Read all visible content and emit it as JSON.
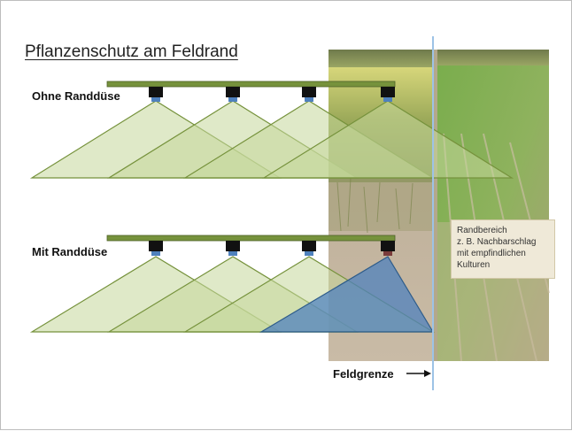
{
  "title": "Pflanzenschutz am Feldrand",
  "rows": {
    "top_label": "Ohne Randdüse",
    "bottom_label": "Mit Randdüse"
  },
  "info_box": {
    "lines": [
      "Randbereich",
      "z. B. Nachbarschlag",
      "mit empfindlichen",
      "Kulturen"
    ]
  },
  "boundary_label": "Feldgrenze",
  "colors": {
    "boom": "#76923c",
    "spray_fill": "#c4d79b",
    "spray_edge": "#76923c",
    "edge_nozzle_fill": "#4f81bd",
    "boundary_line": "#9dc3e6"
  }
}
